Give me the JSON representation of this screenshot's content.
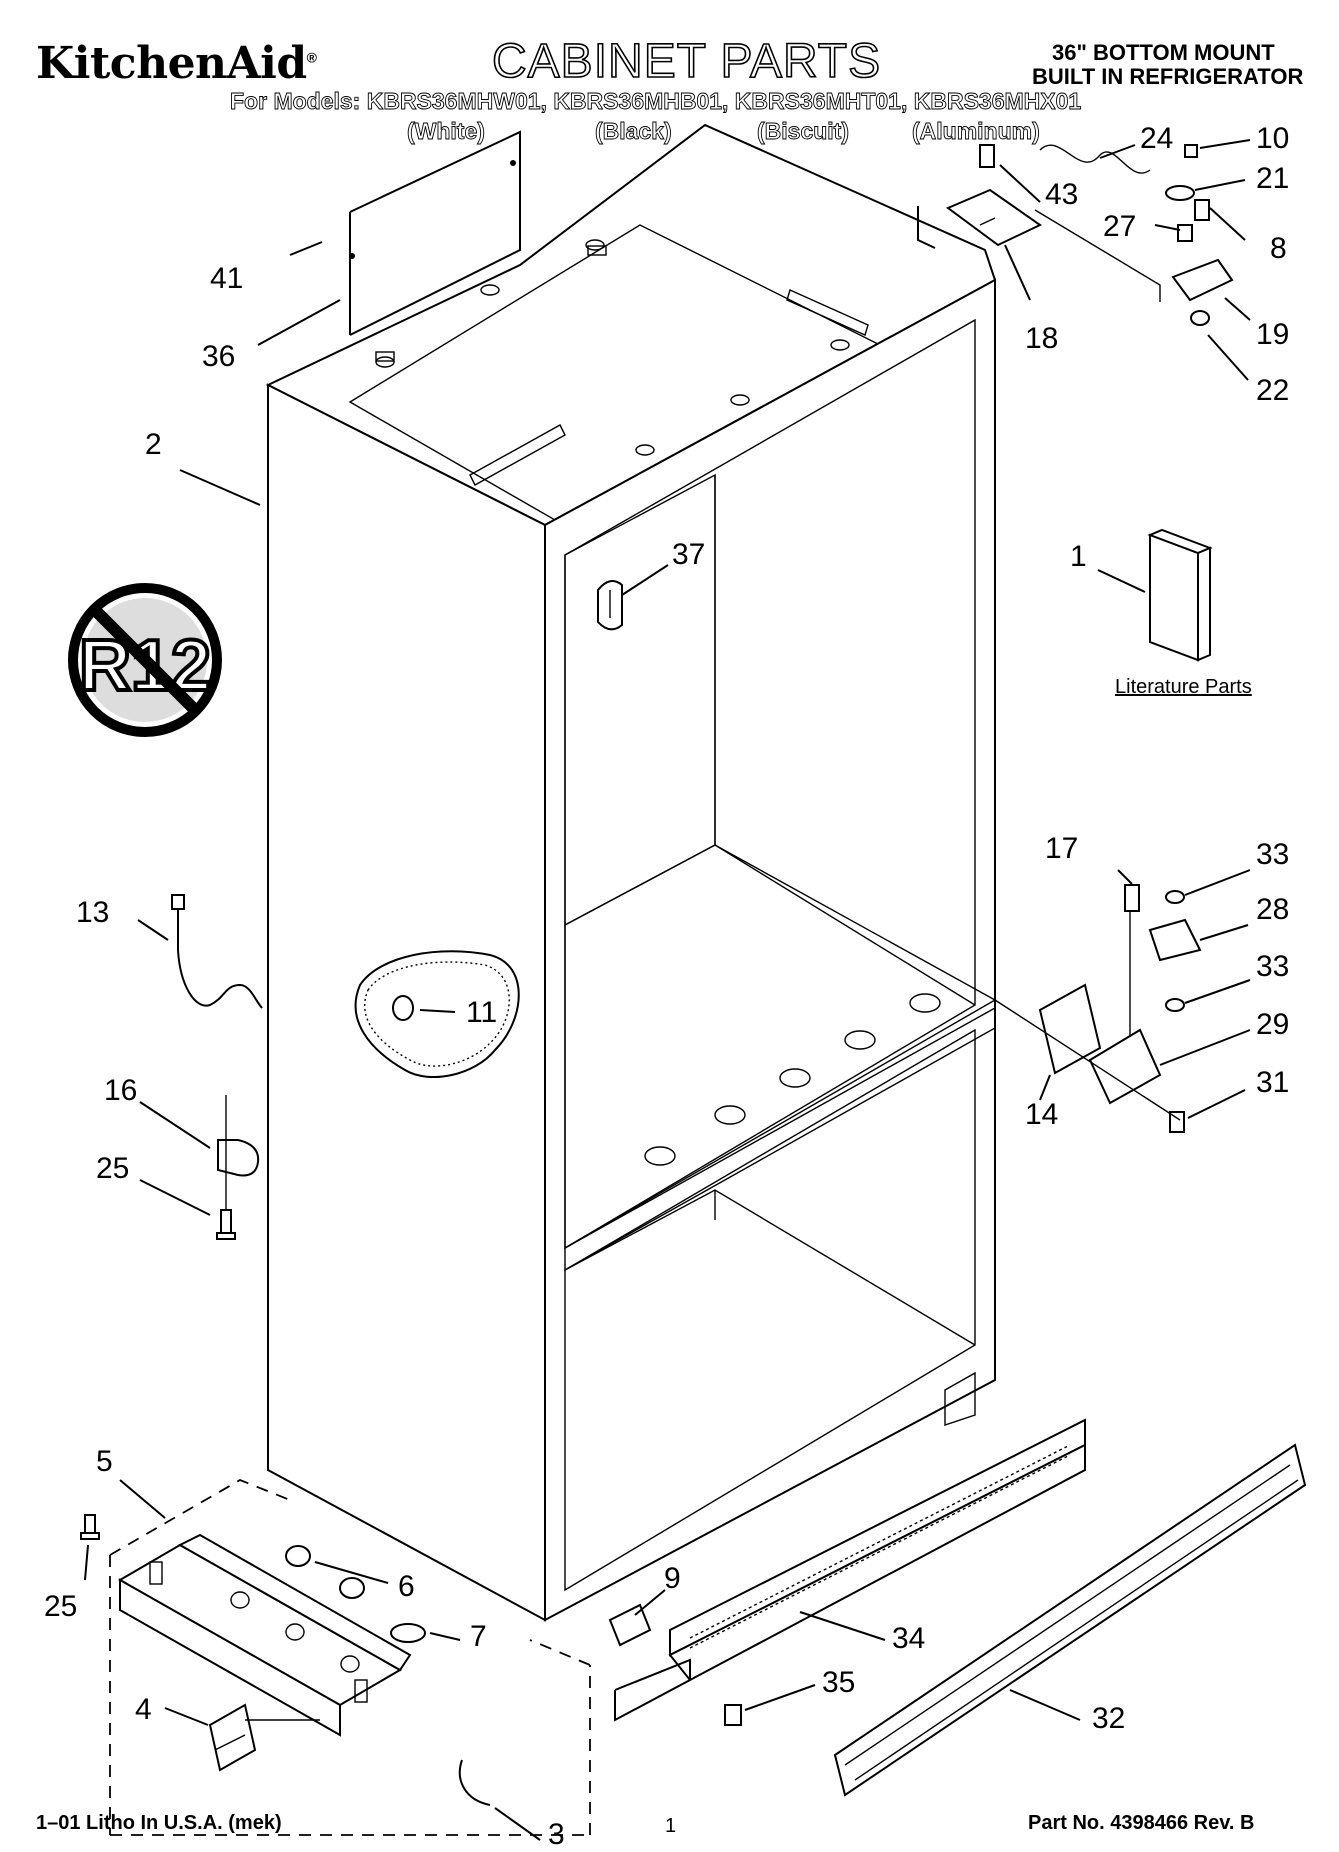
{
  "header": {
    "brand": "KitchenAid",
    "brand_mark": "®",
    "title": "CABINET PARTS",
    "subtitle_line1": "36\" BOTTOM MOUNT",
    "subtitle_line2": "BUILT IN REFRIGERATOR",
    "models_line": "For Models: KBRS36MHW01, KBRS36MHB01, KBRS36MHT01, KBRS36MHX01",
    "colors": [
      "(White)",
      "(Black)",
      "(Biscuit)",
      "(Aluminum)"
    ]
  },
  "badge": {
    "text": "R12",
    "meaning": "no-R12 prohibition symbol"
  },
  "literature_label": "Literature Parts",
  "callouts": [
    "1",
    "2",
    "3",
    "4",
    "5",
    "6",
    "7",
    "8",
    "9",
    "10",
    "11",
    "13",
    "14",
    "16",
    "17",
    "18",
    "19",
    "21",
    "22",
    "24",
    "25",
    "25",
    "27",
    "28",
    "29",
    "31",
    "32",
    "33",
    "33",
    "34",
    "35",
    "36",
    "37",
    "41",
    "43"
  ],
  "footer": {
    "left": "1–01 Litho In U.S.A. (mek)",
    "center": "1",
    "right": "Part No. 4398466 Rev. B"
  }
}
